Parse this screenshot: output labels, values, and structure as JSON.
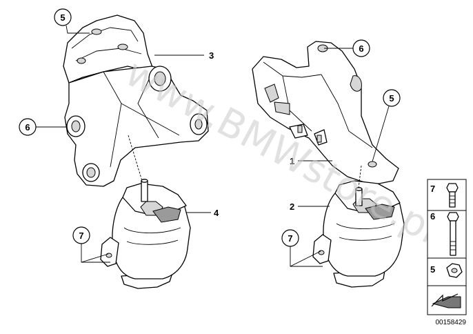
{
  "diagram": {
    "callouts": [
      {
        "id": "callout-5-left",
        "label": "5"
      },
      {
        "id": "callout-3",
        "label": "3"
      },
      {
        "id": "callout-6-left",
        "label": "6"
      },
      {
        "id": "callout-4",
        "label": "4"
      },
      {
        "id": "callout-7-left",
        "label": "7"
      },
      {
        "id": "callout-6-right",
        "label": "6"
      },
      {
        "id": "callout-5-right",
        "label": "5"
      },
      {
        "id": "callout-1",
        "label": "1"
      },
      {
        "id": "callout-2",
        "label": "2"
      },
      {
        "id": "callout-7-right",
        "label": "7"
      }
    ],
    "legend": [
      {
        "label": "7",
        "icon": "hex-bolt-short-icon"
      },
      {
        "label": "6",
        "icon": "hex-bolt-long-icon"
      },
      {
        "label": "5",
        "icon": "hex-nut-icon"
      }
    ],
    "watermark": "www.BMWstore.pl",
    "document_number": "00158429",
    "colors": {
      "line": "#000000",
      "shade": "#d6d6d6",
      "dark": "#9a9a9a",
      "watermark": "#c9c9c9"
    }
  }
}
